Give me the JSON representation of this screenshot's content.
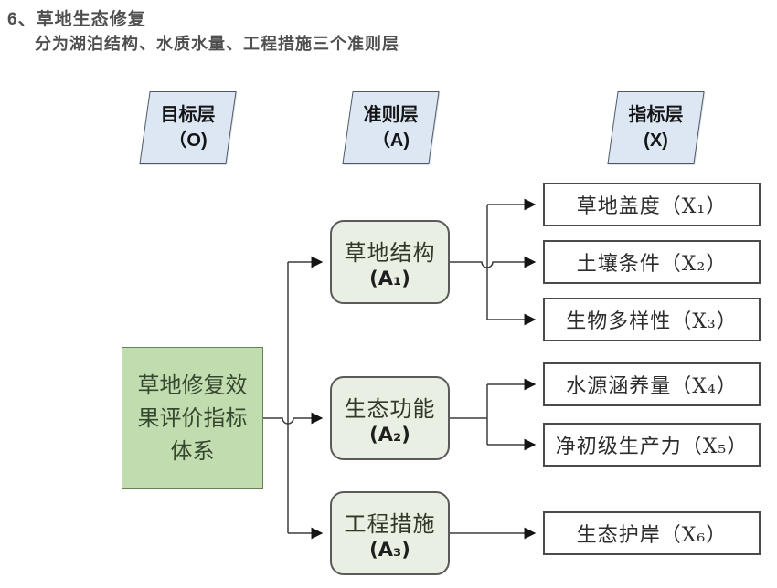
{
  "header": {
    "title": "6、草地生态修复",
    "subtitle": "分为湖泊结构、水质水量、工程措施三个准则层"
  },
  "layers": [
    {
      "id": "goal",
      "label": "目标层",
      "symbol": "（O)"
    },
    {
      "id": "criterion",
      "label": "准则层",
      "symbol": "（A)"
    },
    {
      "id": "indicator",
      "label": "指标层",
      "symbol": "(X)"
    }
  ],
  "goal": {
    "id": "O",
    "label": "草地修复效果评价指标体系"
  },
  "criteria": [
    {
      "id": "A1",
      "name": "草地结构",
      "code": "(A₁)"
    },
    {
      "id": "A2",
      "name": "生态功能",
      "code": "(A₂)"
    },
    {
      "id": "A3",
      "name": "工程措施",
      "code": "(A₃)"
    }
  ],
  "indicators": [
    {
      "id": "X1",
      "label": "草地盖度（X₁）"
    },
    {
      "id": "X2",
      "label": "土壤条件（X₂）"
    },
    {
      "id": "X3",
      "label": "生物多样性（X₃）"
    },
    {
      "id": "X4",
      "label": "水源涵养量（X₄）"
    },
    {
      "id": "X5",
      "label": "净初级生产力（X₅）"
    },
    {
      "id": "X6",
      "label": "生态护岸（X₆）"
    }
  ],
  "edges": [
    [
      "O",
      "A1"
    ],
    [
      "O",
      "A2"
    ],
    [
      "O",
      "A3"
    ],
    [
      "A1",
      "X1"
    ],
    [
      "A1",
      "X2"
    ],
    [
      "A1",
      "X3"
    ],
    [
      "A2",
      "X4"
    ],
    [
      "A2",
      "X5"
    ],
    [
      "A3",
      "X6"
    ]
  ],
  "colors": {
    "layer_fill": "#dce7f3",
    "goal_fill": "#c1ddb0",
    "criterion_fill": "#e9efe2",
    "indicator_fill": "#ffffff",
    "connector": "#3d3d3d",
    "heading_text": "#4f4f4f"
  }
}
